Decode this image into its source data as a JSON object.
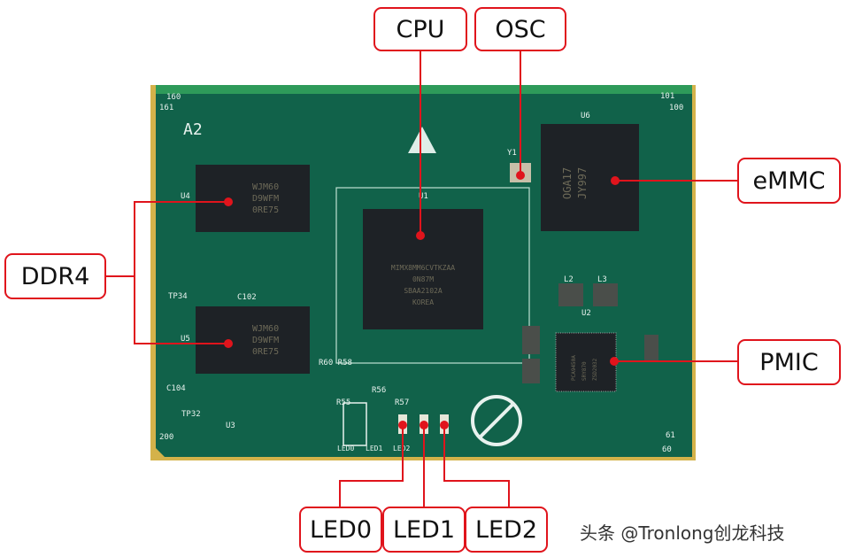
{
  "callouts": {
    "cpu": "CPU",
    "osc": "OSC",
    "emmc": "eMMC",
    "ddr4": "DDR4",
    "pmic": "PMIC",
    "led0": "LED0",
    "led1": "LED1",
    "led2": "LED2"
  },
  "silkscreen": {
    "board_rev": "A2",
    "pin_160": "160",
    "pin_161": "161",
    "pin_101": "101",
    "pin_100": "100",
    "pin_200": "200",
    "pin_60": "60",
    "pin_61": "61",
    "u1": "U1",
    "u4": "U4",
    "u5": "U5",
    "u6": "U6",
    "u3": "U3",
    "y1": "Y1",
    "u2": "U2",
    "l2": "L2",
    "l3": "L3",
    "tp34": "TP34",
    "tp32": "TP32",
    "c102": "C102",
    "c104": "C104",
    "r60": "R60 R58",
    "r55": "R55",
    "r56": "R56",
    "r57": "R57",
    "led0": "LED0",
    "led1": "LED1",
    "led2": "LED2"
  },
  "chips": {
    "cpu_marking": [
      "MIMX8MM6CVTKZAA",
      "0N87M",
      "SBAA2102A",
      "KOREA"
    ],
    "ddr_marking": [
      "WJM60",
      "D9WFM",
      "0RE75"
    ],
    "emmc_marking": [
      "OGA17",
      "JY997"
    ],
    "pmic_marking": [
      "PCA9450A",
      "SRY870",
      "ZSD2032"
    ]
  },
  "watermark": "头条 @Tronlong创龙科技",
  "colors": {
    "accent": "#e0141c",
    "board": "#0f5e48",
    "chip": "#1e2226"
  }
}
